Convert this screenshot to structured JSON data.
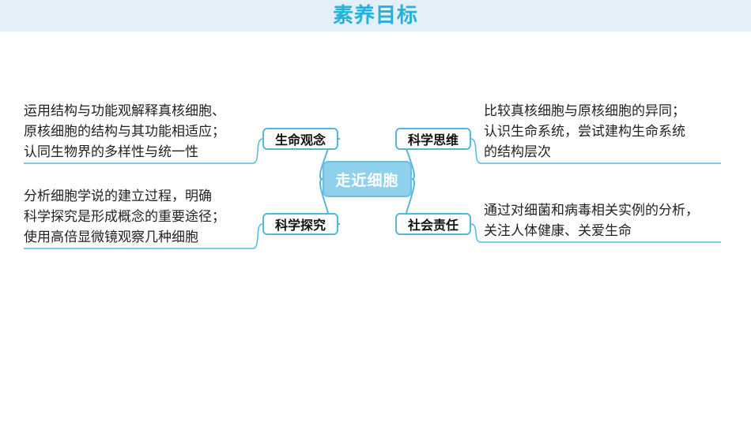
{
  "header": {
    "title": "素养目标"
  },
  "center": {
    "label": "走近细胞"
  },
  "branches": {
    "life_concept": {
      "label": "生命观念",
      "lines": [
        "运用结构与功能观解释真核细胞、",
        "原核细胞的结构与其功能相适应；",
        "认同生物界的多样性与统一性"
      ]
    },
    "scientific_thinking": {
      "label": "科学思维",
      "lines": [
        "比较真核细胞与原核细胞的异同；",
        "认识生命系统，尝试建构生命系统",
        "的结构层次"
      ]
    },
    "scientific_inquiry": {
      "label": "科学探究",
      "lines": [
        "分析细胞学说的建立过程，明确",
        "科学探究是形成概念的重要途径；",
        "使用高倍显微镜观察几种细胞"
      ]
    },
    "social_responsibility": {
      "label": "社会责任",
      "lines": [
        "通过对细菌和病毒相关实例的分析，",
        "关注人体健康、关爱生命"
      ]
    }
  },
  "colors": {
    "title": "#28b1d6",
    "title_bar": "#e3f0fa",
    "center_fill": "#8fd0ec",
    "connector": "#55b6de"
  }
}
